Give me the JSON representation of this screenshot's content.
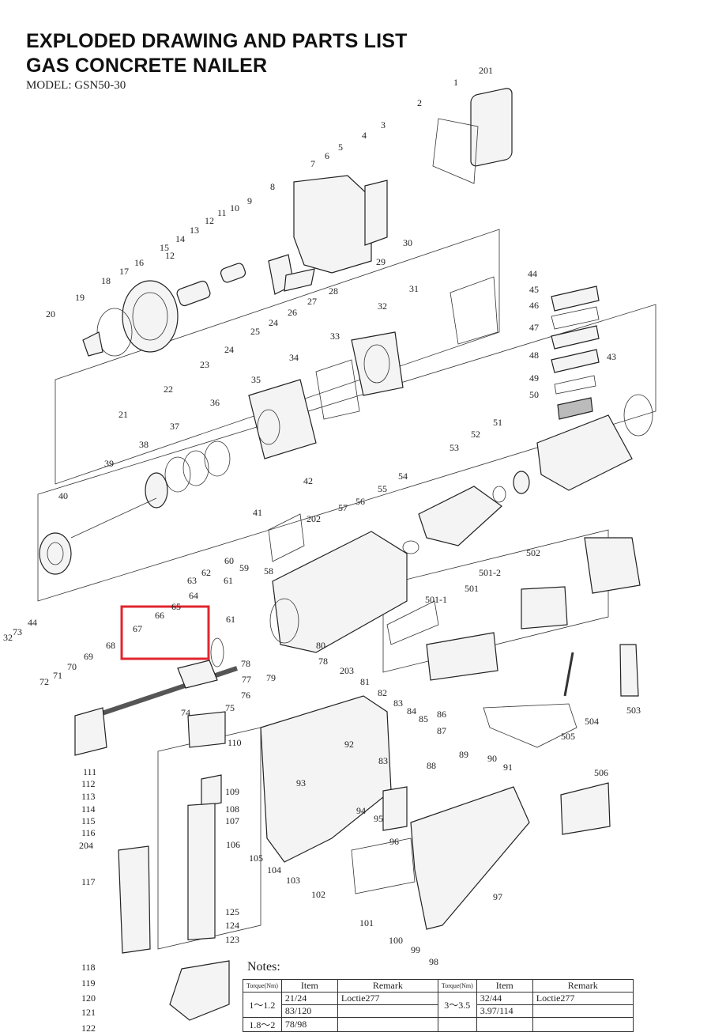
{
  "header": {
    "title_line1": "EXPLODED DRAWING AND PARTS LIST",
    "title_line2": "GAS CONCRETE NAILER",
    "model": "MODEL: GSN50-30"
  },
  "callouts": [
    "201",
    "1",
    "2",
    "3",
    "4",
    "5",
    "6",
    "7",
    "8",
    "9",
    "10",
    "11",
    "12",
    "13",
    "14",
    "15",
    "16",
    "17",
    "18",
    "19",
    "20",
    "21",
    "22",
    "23",
    "24",
    "25",
    "26",
    "27",
    "28",
    "29",
    "30",
    "31",
    "32",
    "33",
    "34",
    "35",
    "36",
    "37",
    "38",
    "39",
    "40",
    "41",
    "42",
    "43",
    "44",
    "45",
    "46",
    "47",
    "48",
    "49",
    "50",
    "51",
    "52",
    "53",
    "54",
    "55",
    "56",
    "57",
    "58",
    "59",
    "60",
    "61",
    "62",
    "63",
    "64",
    "65",
    "66",
    "67",
    "68",
    "69",
    "70",
    "71",
    "72",
    "73",
    "74",
    "75",
    "76",
    "77",
    "78",
    "79",
    "80",
    "81",
    "82",
    "83",
    "84",
    "85",
    "86",
    "87",
    "88",
    "89",
    "90",
    "91",
    "92",
    "93",
    "94",
    "95",
    "96",
    "97",
    "98",
    "99",
    "100",
    "101",
    "102",
    "103",
    "104",
    "105",
    "106",
    "107",
    "108",
    "109",
    "110",
    "111",
    "112",
    "113",
    "114",
    "115",
    "116",
    "117",
    "118",
    "119",
    "120",
    "121",
    "122",
    "123",
    "124",
    "125",
    "202",
    "203",
    "204",
    "501",
    "501-1",
    "501-2",
    "502",
    "503",
    "504",
    "505",
    "506"
  ],
  "highlight": {
    "color": "#e0262f"
  },
  "notes": {
    "title": "Notes:",
    "headers": [
      "Torque(Nm)",
      "Item",
      "Remark",
      "Torque(Nm)",
      "Item",
      "Remark"
    ],
    "left_rows": [
      {
        "torque": "1～1.2",
        "items": [
          "21/24",
          "83/120"
        ],
        "remark": "Loctie277"
      },
      {
        "torque": "1.8～2",
        "items": [
          "78/98"
        ],
        "remark": ""
      }
    ],
    "right_rows": [
      {
        "torque": "3～3.5",
        "items": [
          "32/44",
          "3.97/114"
        ],
        "remark": "Loctie277"
      }
    ]
  }
}
